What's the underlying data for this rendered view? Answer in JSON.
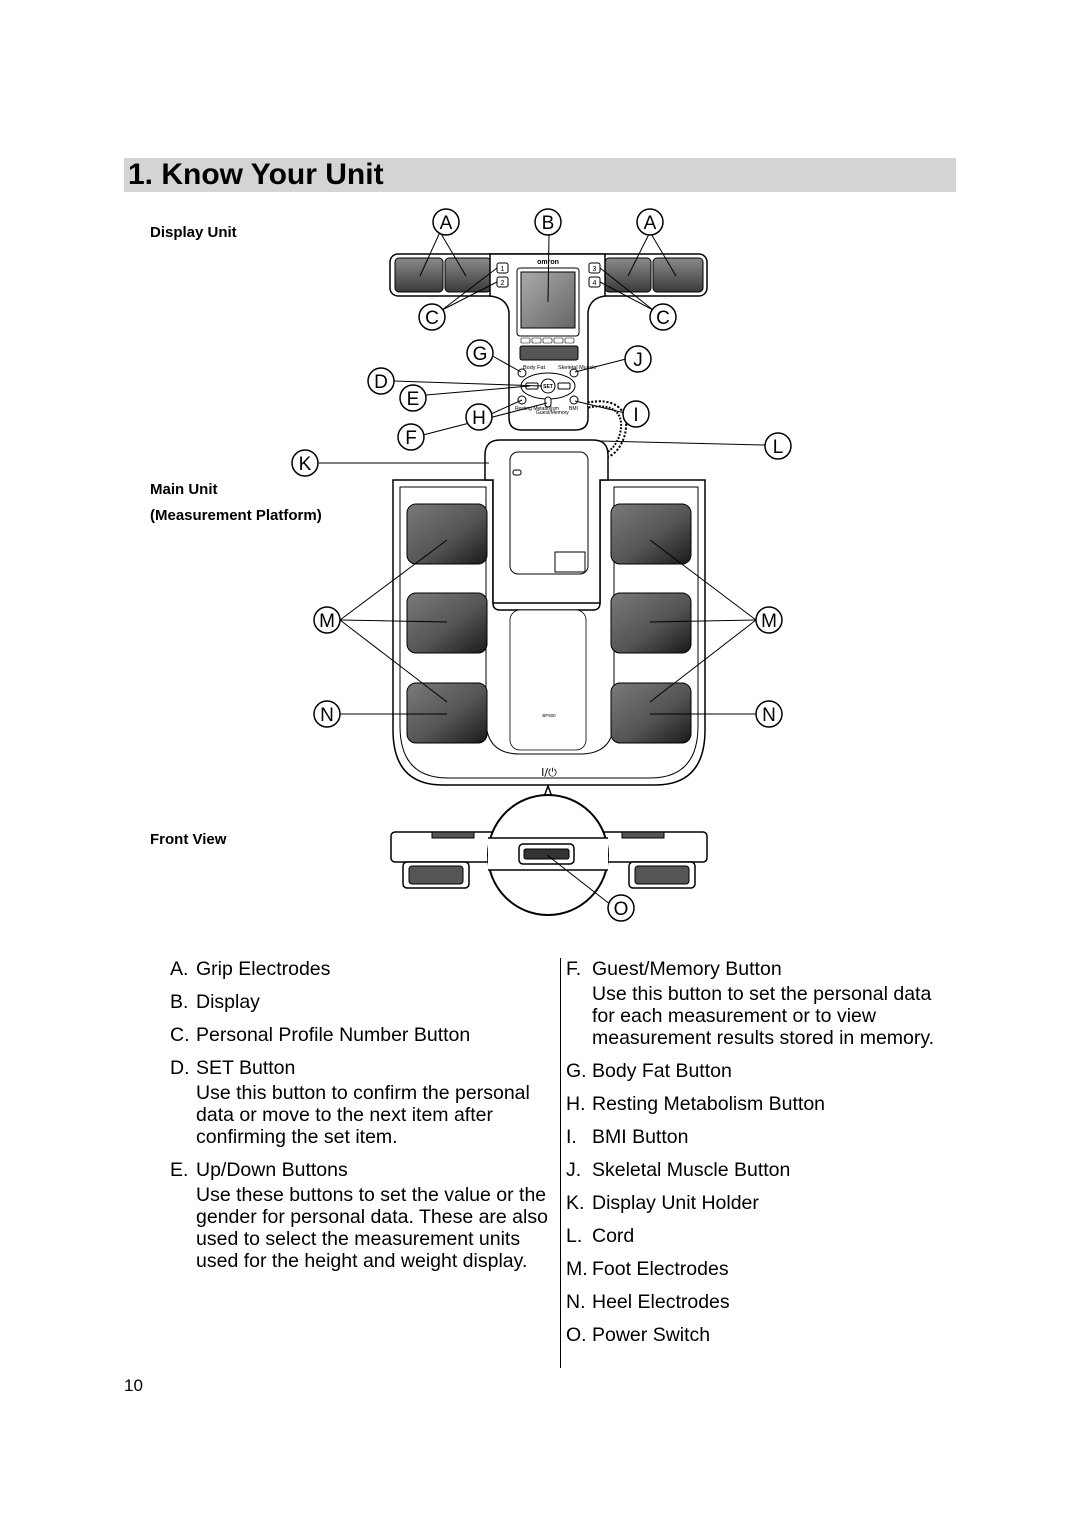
{
  "title": "1.  Know Your Unit",
  "sections": {
    "display_unit": "Display Unit",
    "main_unit": "Main Unit",
    "measurement_platform": "(Measurement Platform)",
    "front_view": "Front View"
  },
  "device_text": {
    "brand": "omron",
    "profile_buttons": [
      "1",
      "2",
      "3",
      "4"
    ],
    "set": "SET",
    "body_fat": "Body Fat",
    "skeletal_muscle": "Skeletal Muscle",
    "resting_metabolism": "Resting Metabolism",
    "guest_memory": "Guest/Memory",
    "bmi": "BMI",
    "model": "BF500",
    "power_symbol": "I/⏻"
  },
  "callouts": [
    "A",
    "B",
    "C",
    "D",
    "E",
    "F",
    "G",
    "H",
    "I",
    "J",
    "K",
    "L",
    "M",
    "N",
    "O"
  ],
  "legend_left": [
    {
      "letter": "A.",
      "label": "Grip Electrodes"
    },
    {
      "letter": "B.",
      "label": "Display"
    },
    {
      "letter": "C.",
      "label": "Personal Profile Number Button"
    },
    {
      "letter": "D.",
      "label": "SET Button",
      "desc": "Use this button to confirm the personal data or move to the next item after confirming the set item."
    },
    {
      "letter": "E.",
      "label": "Up/Down Buttons",
      "desc": "Use these buttons to set the value or the gender for personal data. These are also used to select the measurement units used for the height and weight display."
    }
  ],
  "legend_right": [
    {
      "letter": "F.",
      "label": "Guest/Memory Button",
      "desc": "Use this button to set the personal data for each measurement or to view measurement results stored in memory."
    },
    {
      "letter": "G.",
      "label": "Body Fat Button"
    },
    {
      "letter": "H.",
      "label": "Resting Metabolism Button"
    },
    {
      "letter": "I.",
      "label": "BMI Button"
    },
    {
      "letter": "J.",
      "label": "Skeletal Muscle Button"
    },
    {
      "letter": "K.",
      "label": "Display Unit Holder"
    },
    {
      "letter": "L.",
      "label": "Cord"
    },
    {
      "letter": "M.",
      "label": "Foot Electrodes"
    },
    {
      "letter": "N.",
      "label": "Heel Electrodes"
    },
    {
      "letter": "O.",
      "label": "Power Switch"
    }
  ],
  "page_number": "10"
}
